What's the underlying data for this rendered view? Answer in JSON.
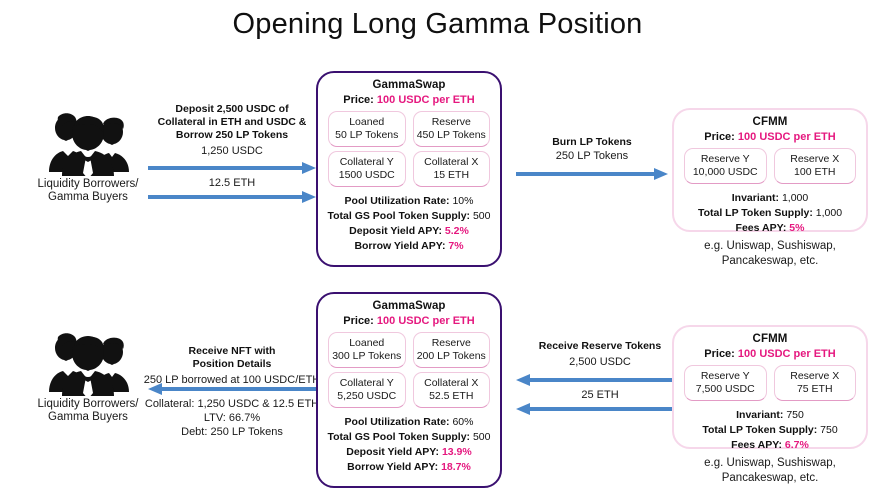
{
  "title": "Opening Long Gamma Position",
  "colors": {
    "accent_pink": "#e5187f",
    "gammaswap_border": "#3a1070",
    "cfmm_border": "#f6d7ea",
    "arrow_blue": "#4a86c8",
    "slot_border": "#f0c8de"
  },
  "actors": {
    "top": {
      "line1": "Liquidity Borrowers/",
      "line2": "Gamma Buyers",
      "icon": "people-group-icon"
    },
    "bottom": {
      "line1": "Liquidity Borrowers/",
      "line2": "Gamma Buyers",
      "icon": "people-group-icon"
    }
  },
  "top_row": {
    "deposit_flow": {
      "header_line1": "Deposit 2,500 USDC of",
      "header_line2": "Collateral in ETH and USDC &",
      "header_line3": "Borrow 250 LP Tokens",
      "arrow1_label": "1,250 USDC",
      "arrow2_label": "12.5 ETH"
    },
    "gammaswap": {
      "title": "GammaSwap",
      "price_label": "Price:",
      "price_value": "100 USDC per ETH",
      "slots": [
        {
          "key": "Loaned",
          "value": "50 LP Tokens"
        },
        {
          "key": "Reserve",
          "value": "450 LP Tokens"
        },
        {
          "key": "Collateral Y",
          "value": "1500 USDC"
        },
        {
          "key": "Collateral X",
          "value": "15 ETH"
        }
      ],
      "stats": [
        {
          "label": "Pool Utilization Rate:",
          "value": "10%",
          "highlight": false
        },
        {
          "label": "Total GS Pool Token Supply:",
          "value": "500",
          "highlight": false
        },
        {
          "label": "Deposit Yield APY:",
          "value": "5.2%",
          "highlight": true
        },
        {
          "label": "Borrow Yield APY:",
          "value": "7%",
          "highlight": true
        }
      ]
    },
    "burn_flow": {
      "header": "Burn LP Tokens",
      "arrow_label": "250 LP Tokens"
    },
    "cfmm": {
      "title": "CFMM",
      "price_label": "Price:",
      "price_value": "100 USDC per ETH",
      "slots": [
        {
          "key": "Reserve Y",
          "value": "10,000 USDC"
        },
        {
          "key": "Reserve X",
          "value": "100 ETH"
        }
      ],
      "stats": [
        {
          "label": "Invariant:",
          "value": "1,000",
          "highlight": false
        },
        {
          "label": "Total LP Token Supply:",
          "value": "1,000",
          "highlight": false
        },
        {
          "label": "Fees APY:",
          "value": "5%",
          "highlight": true
        }
      ],
      "note_line1": "e.g. Uniswap, Sushiswap,",
      "note_line2": "Pancakeswap, etc."
    }
  },
  "bottom_row": {
    "nft_flow": {
      "header_line1": "Receive NFT with",
      "header_line2": "Position Details",
      "above_arrow": "250 LP borrowed  at 100 USDC/ETH",
      "below_line1": "Collateral: 1,250 USDC & 12.5 ETH",
      "below_line2": "LTV: 66.7%",
      "below_line3": "Debt: 250 LP Tokens"
    },
    "gammaswap": {
      "title": "GammaSwap",
      "price_label": "Price:",
      "price_value": "100 USDC per ETH",
      "slots": [
        {
          "key": "Loaned",
          "value": "300 LP Tokens"
        },
        {
          "key": "Reserve",
          "value": "200 LP Tokens"
        },
        {
          "key": "Collateral Y",
          "value": "5,250 USDC"
        },
        {
          "key": "Collateral X",
          "value": "52.5 ETH"
        }
      ],
      "stats": [
        {
          "label": "Pool Utilization Rate:",
          "value": "60%",
          "highlight": false
        },
        {
          "label": "Total GS Pool Token Supply:",
          "value": "500",
          "highlight": false
        },
        {
          "label": "Deposit Yield APY:",
          "value": "13.9%",
          "highlight": true
        },
        {
          "label": "Borrow Yield APY:",
          "value": "18.7%",
          "highlight": true
        }
      ]
    },
    "reserve_flow": {
      "header": "Receive Reserve Tokens",
      "arrow1_label": "2,500 USDC",
      "arrow2_label": "25 ETH"
    },
    "cfmm": {
      "title": "CFMM",
      "price_label": "Price:",
      "price_value": "100 USDC per ETH",
      "slots": [
        {
          "key": "Reserve Y",
          "value": "7,500 USDC"
        },
        {
          "key": "Reserve X",
          "value": "75 ETH"
        }
      ],
      "stats": [
        {
          "label": "Invariant:",
          "value": "750",
          "highlight": false
        },
        {
          "label": "Total LP Token Supply:",
          "value": "750",
          "highlight": false
        },
        {
          "label": "Fees APY:",
          "value": "6.7%",
          "highlight": true
        }
      ],
      "note_line1": "e.g. Uniswap, Sushiswap,",
      "note_line2": "Pancakeswap, etc."
    }
  }
}
